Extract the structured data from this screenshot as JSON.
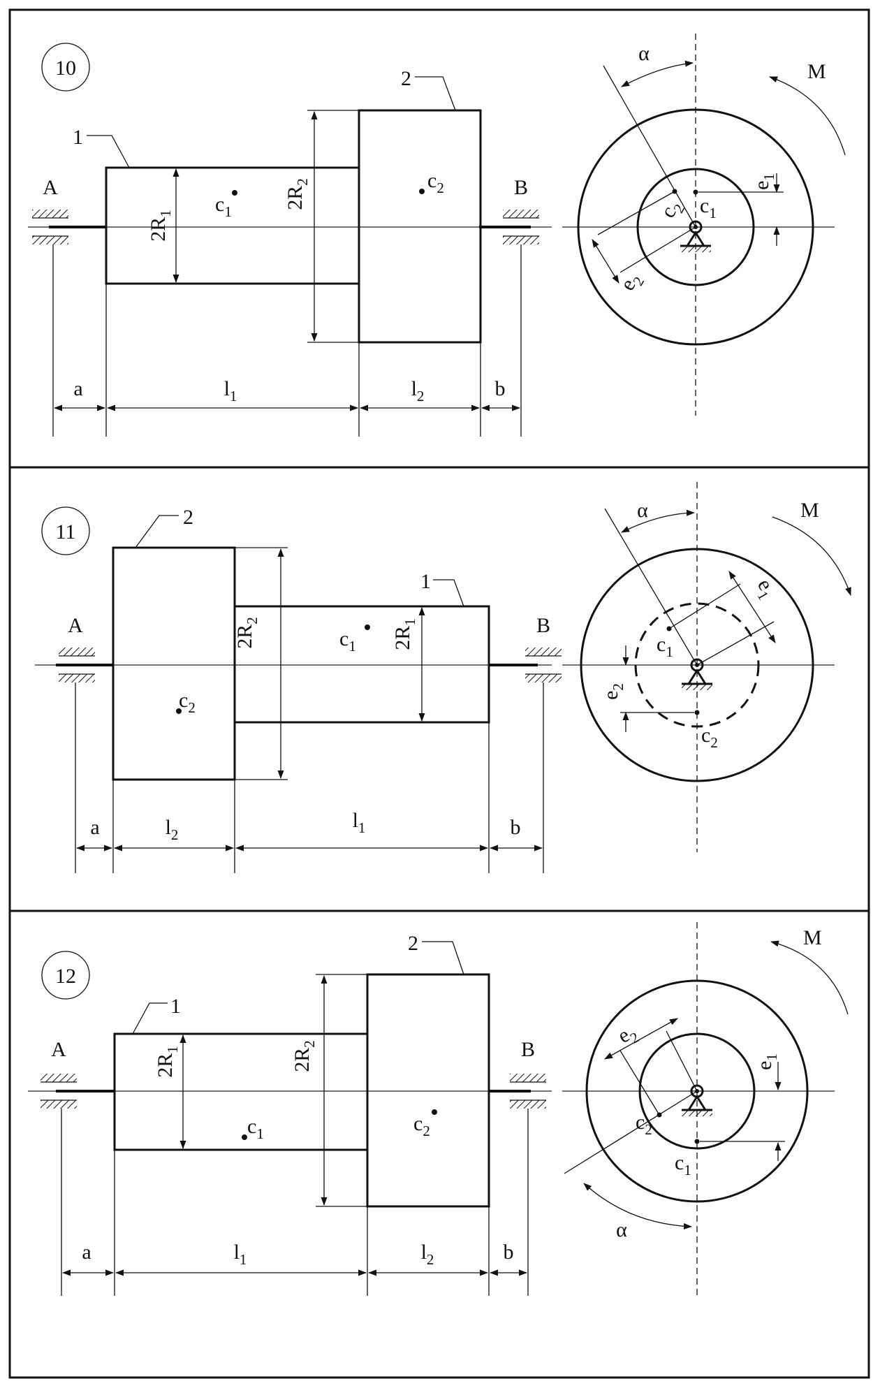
{
  "accent_color": "#111111",
  "panels": [
    {
      "number": "10",
      "support_a": "A",
      "support_b": "B",
      "part1": "1",
      "part2": "2",
      "r1_label": "2R",
      "r1_sub": "1",
      "r2_label": "2R",
      "r2_sub": "2",
      "c1_label": "c",
      "c1_sub": "1",
      "c2_label": "c",
      "c2_sub": "2",
      "dim_a": "a",
      "dim_l1": "l",
      "dim_l1_sub": "1",
      "dim_l2": "l",
      "dim_l2_sub": "2",
      "dim_b": "b",
      "moment": "M",
      "alpha": "α",
      "e1": "e",
      "e1_sub": "1",
      "e2": "e",
      "e2_sub": "2"
    },
    {
      "number": "11",
      "support_a": "A",
      "support_b": "B",
      "part1": "1",
      "part2": "2",
      "r1_label": "2R",
      "r1_sub": "1",
      "r2_label": "2R",
      "r2_sub": "2",
      "c1_label": "c",
      "c1_sub": "1",
      "c2_label": "c",
      "c2_sub": "2",
      "dim_a": "a",
      "dim_l1": "l",
      "dim_l1_sub": "1",
      "dim_l2": "l",
      "dim_l2_sub": "2",
      "dim_b": "b",
      "moment": "M",
      "alpha": "α",
      "e1": "e",
      "e1_sub": "1",
      "e2": "e",
      "e2_sub": "2"
    },
    {
      "number": "12",
      "support_a": "A",
      "support_b": "B",
      "part1": "1",
      "part2": "2",
      "r1_label": "2R",
      "r1_sub": "1",
      "r2_label": "2R",
      "r2_sub": "2",
      "c1_label": "c",
      "c1_sub": "1",
      "c2_label": "c",
      "c2_sub": "2",
      "dim_a": "a",
      "dim_l1": "l",
      "dim_l1_sub": "1",
      "dim_l2": "l",
      "dim_l2_sub": "2",
      "dim_b": "b",
      "moment": "M",
      "alpha": "α",
      "e1": "e",
      "e1_sub": "1",
      "e2": "e",
      "e2_sub": "2"
    }
  ]
}
